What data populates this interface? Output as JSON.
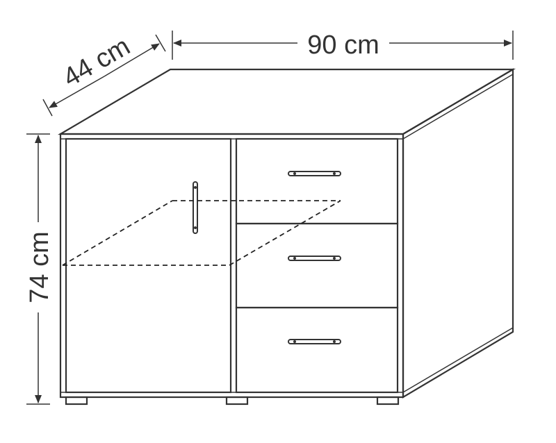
{
  "dimensions": {
    "width": "90 cm",
    "depth": "44 cm",
    "height": "74 cm"
  },
  "colors": {
    "line": "#333333",
    "background": "#ffffff"
  }
}
